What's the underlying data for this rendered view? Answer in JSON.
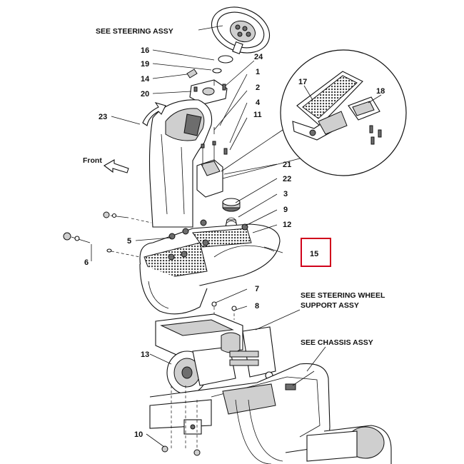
{
  "references": {
    "steering_assy": "SEE STEERING ASSY",
    "steering_wheel_support_line1": "SEE STEERING WHEEL",
    "steering_wheel_support_line2": "SUPPORT ASSY",
    "chassis_assy": "SEE CHASSIS ASSY",
    "front": "Front"
  },
  "callouts": {
    "c1": "1",
    "c2": "2",
    "c3": "3",
    "c4": "4",
    "c5": "5",
    "c6": "6",
    "c7": "7",
    "c8": "8",
    "c9": "9",
    "c10": "10",
    "c11": "11",
    "c12": "12",
    "c13": "13",
    "c14": "14",
    "c15": "15",
    "c16": "16",
    "c17": "17",
    "c18": "18",
    "c19": "19",
    "c20": "20",
    "c21": "21",
    "c22": "22",
    "c23": "23",
    "c24": "24"
  },
  "highlight": {
    "part": "15",
    "color": "#d0021b"
  }
}
